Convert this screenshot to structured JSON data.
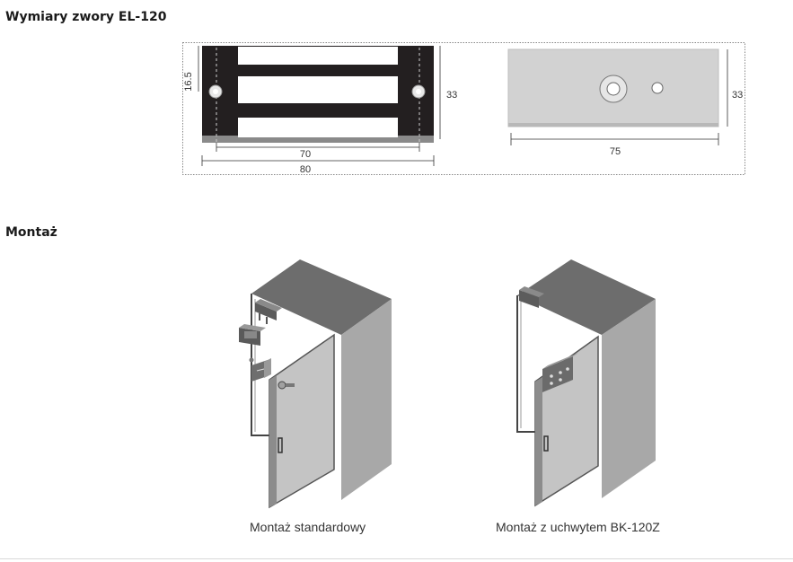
{
  "dimensions": {
    "title": "Wymiary zwory EL-120",
    "front_view": {
      "height_half": "16.5",
      "height": "33",
      "inner_width": "70",
      "outer_width": "80"
    },
    "side_view": {
      "height": "33",
      "width": "75"
    }
  },
  "mounting": {
    "title": "Montaż",
    "standard_caption": "Montaż standardowy",
    "bracket_caption": "Montaż z uchwytem BK-120Z"
  },
  "colors": {
    "armature_body": "#231f20",
    "plate_gray": "#d2d2d2",
    "cabinet_top": "#6d6d6d",
    "cabinet_side": "#a8a8a8",
    "cabinet_door": "#c4c4c4"
  }
}
